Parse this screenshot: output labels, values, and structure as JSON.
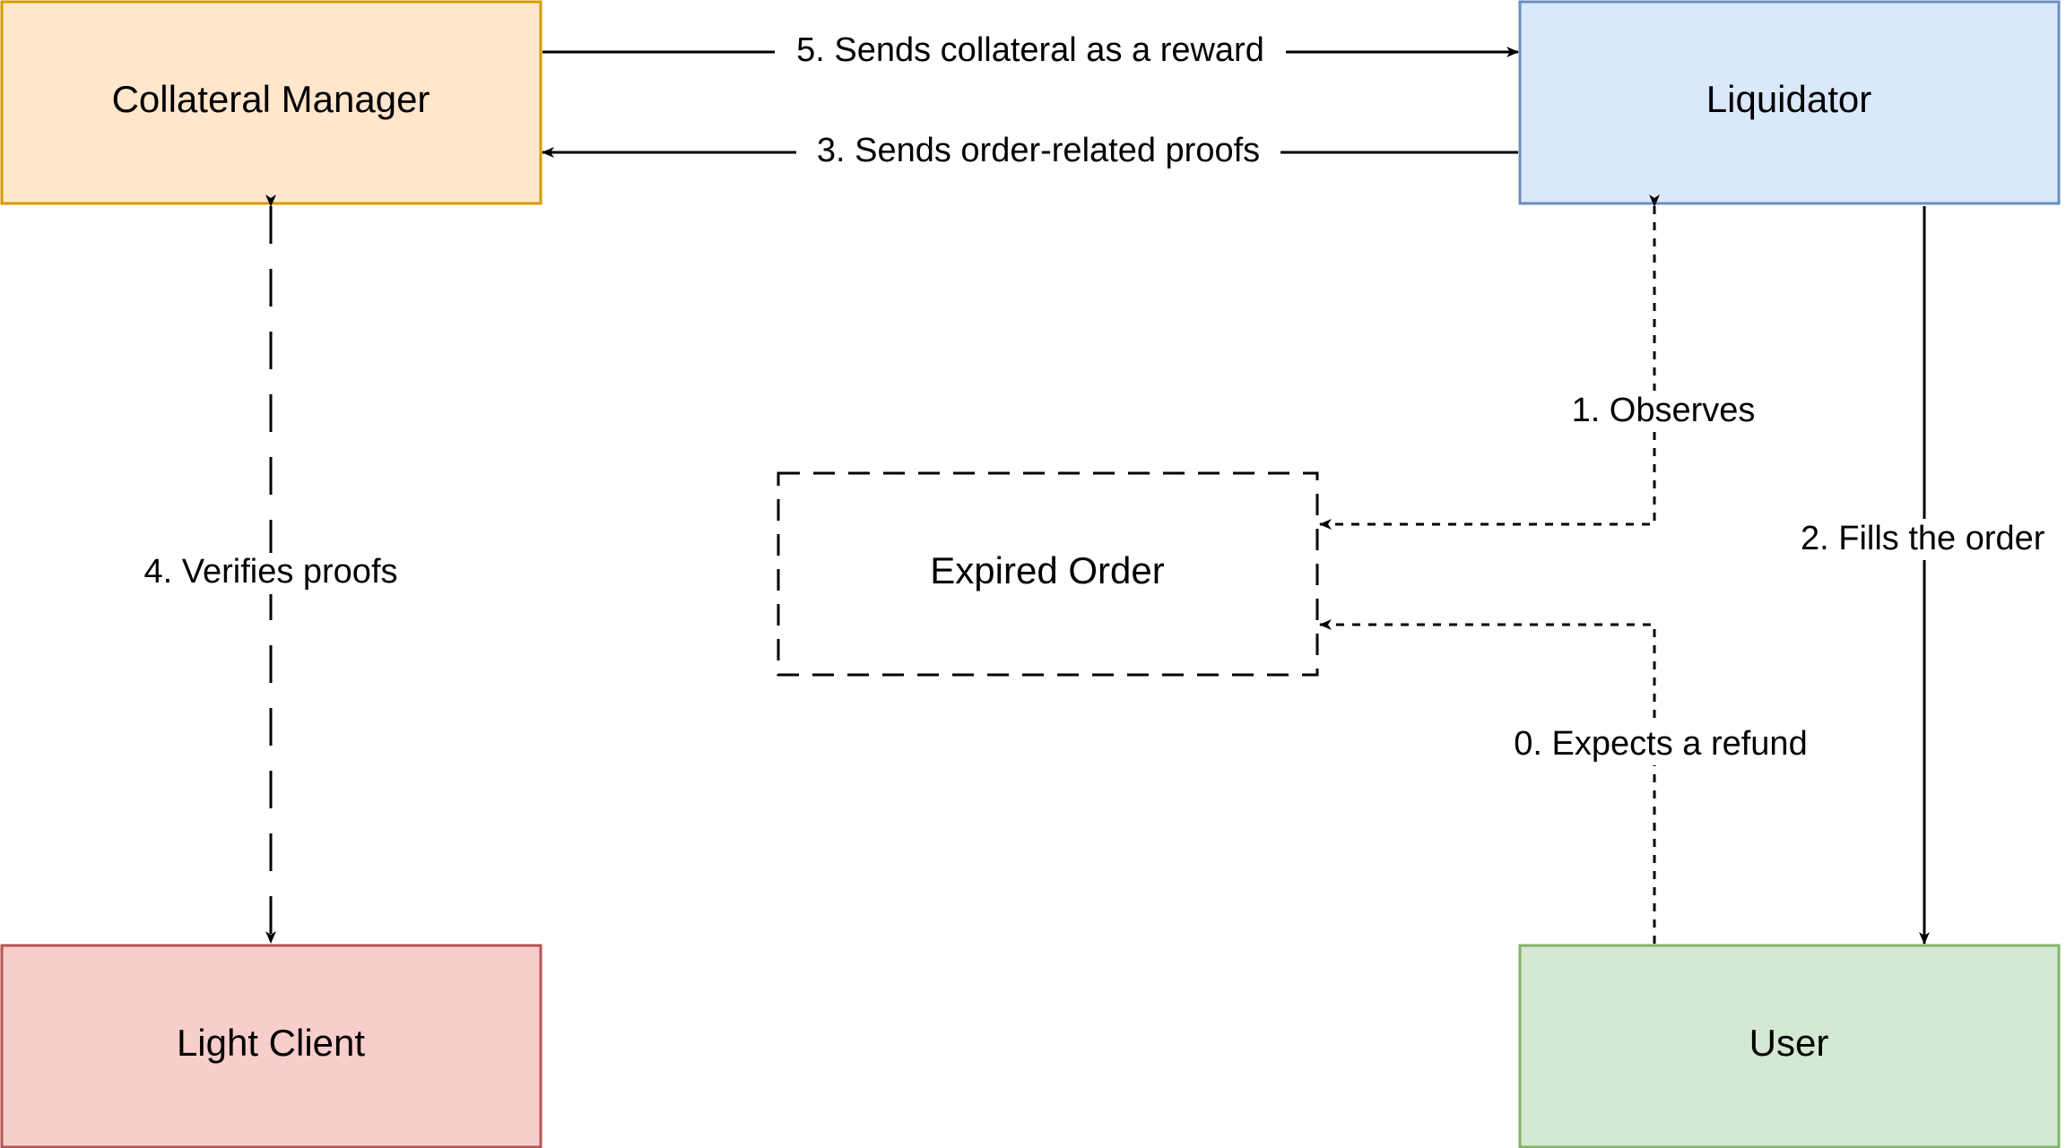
{
  "nodes": {
    "collateral_manager": {
      "label": "Collateral Manager",
      "fill": "#ffe6cc",
      "stroke": "#d79b00"
    },
    "liquidator": {
      "label": "Liquidator",
      "fill": "#dae8fc",
      "stroke": "#6c8ebf"
    },
    "expired_order": {
      "label": "Expired Order",
      "fill": "#ffffff",
      "stroke": "#000000"
    },
    "light_client": {
      "label": "Light Client",
      "fill": "#f8cecc",
      "stroke": "#b85450"
    },
    "user": {
      "label": "User",
      "fill": "#d5e8d4",
      "stroke": "#82b366"
    }
  },
  "edges": {
    "observes": {
      "label": "1. Observes",
      "from": "Liquidator",
      "to": "Expired Order",
      "style": "dotted"
    },
    "fills_order": {
      "label": "2. Fills the order",
      "from": "Liquidator",
      "to": "User",
      "style": "solid"
    },
    "sends_proofs": {
      "label": "3. Sends order-related proofs",
      "from": "Liquidator",
      "to": "Collateral Manager",
      "style": "solid"
    },
    "verifies_proofs": {
      "label": "4. Verifies proofs",
      "from": "Collateral Manager",
      "to": "Light Client",
      "style": "dashed"
    },
    "sends_reward": {
      "label": "5. Sends collateral as a reward",
      "from": "Collateral Manager",
      "to": "Liquidator",
      "style": "solid"
    },
    "expects_refund": {
      "label": "0. Expects a refund",
      "from": "User",
      "to": "Expired Order",
      "style": "dotted"
    }
  }
}
